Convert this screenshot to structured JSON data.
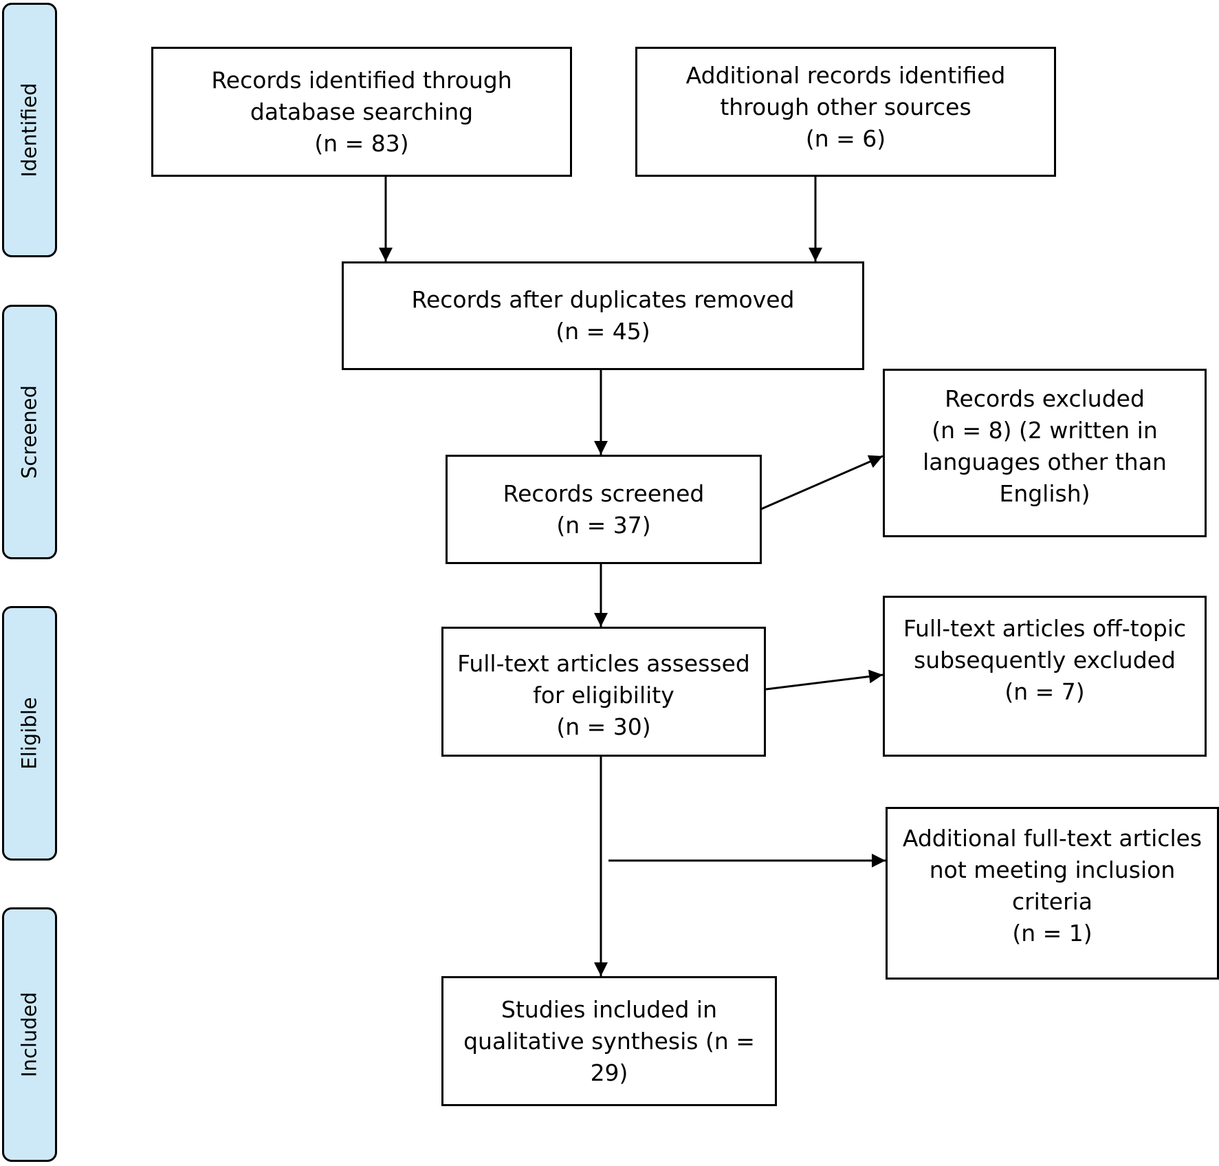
{
  "phases": {
    "identified": "Identified",
    "screened": "Screened",
    "eligible": "Eligible",
    "included": "Included"
  },
  "boxes": {
    "database_search": {
      "lines": [
        "Records identified through",
        "database searching",
        "(n = 83)"
      ]
    },
    "other_sources": {
      "lines": [
        "Additional records identified",
        "through other sources",
        "(n = 6)"
      ]
    },
    "duplicates_removed": {
      "lines": [
        "Records after duplicates removed",
        "(n = 45)"
      ]
    },
    "records_screened": {
      "lines": [
        "Records screened",
        "(n = 37)"
      ]
    },
    "records_excluded": {
      "lines": [
        "Records excluded",
        "(n = 8) (2 written in",
        "languages other than",
        "English)"
      ]
    },
    "fulltext_assessed": {
      "lines": [
        "Full-text articles assessed",
        "for eligibility",
        "(n = 30)"
      ]
    },
    "offtopic_excluded": {
      "lines": [
        "Full-text articles off-topic",
        "subsequently excluded",
        "(n = 7)"
      ]
    },
    "not_meeting_criteria": {
      "lines": [
        "Additional full-text articles",
        "not meeting inclusion",
        "criteria",
        "(n = 1)"
      ]
    },
    "studies_included": {
      "lines": [
        "Studies included in",
        "qualitative synthesis (n =",
        "29)"
      ]
    }
  },
  "colors": {
    "phase_fill": "#cde9f8",
    "border": "#000000",
    "box_fill": "#ffffff"
  }
}
